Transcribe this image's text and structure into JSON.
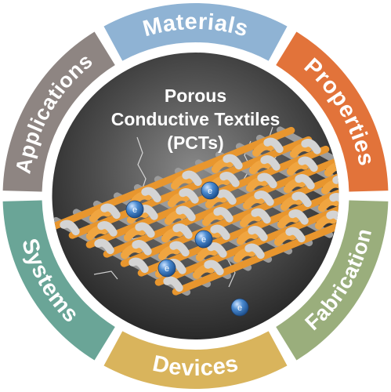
{
  "title_lines": [
    "Porous",
    "Conductive Textiles",
    "(PCTs)"
  ],
  "segments": [
    {
      "label": "Materials",
      "color": "#8fb3d4"
    },
    {
      "label": "Properties",
      "color": "#e2733a"
    },
    {
      "label": "Fabrication",
      "color": "#9aae7c"
    },
    {
      "label": "Devices",
      "color": "#d9b45c"
    },
    {
      "label": "Systems",
      "color": "#6aa597"
    },
    {
      "label": "Applications",
      "color": "#8e8582"
    }
  ],
  "electron_symbol": "e",
  "colors": {
    "center_dark": "#2e2e2e",
    "center_mid": "#6f6f6f",
    "fiber_orange": "#e8962e",
    "fiber_gray": "#b9b9b9",
    "electron": "#3f7fc2"
  }
}
